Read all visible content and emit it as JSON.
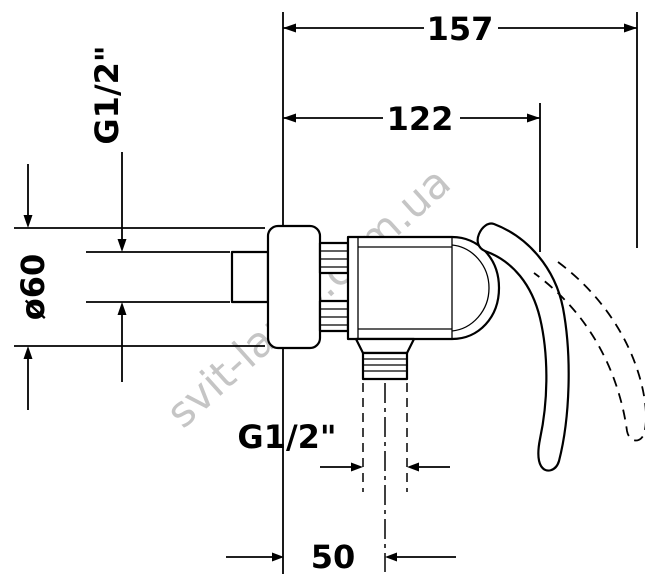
{
  "watermark": "svit-lamp.com.ua",
  "colors": {
    "line": "#000000",
    "watermark": "#bfbfbf",
    "background": "#ffffff"
  },
  "dimensions": {
    "overall_depth": "157",
    "body_depth": "122",
    "inlet_thread": "G1/2\"",
    "escutcheon_diameter": "ø60",
    "outlet_thread": "G1/2\"",
    "outlet_offset": "50"
  }
}
